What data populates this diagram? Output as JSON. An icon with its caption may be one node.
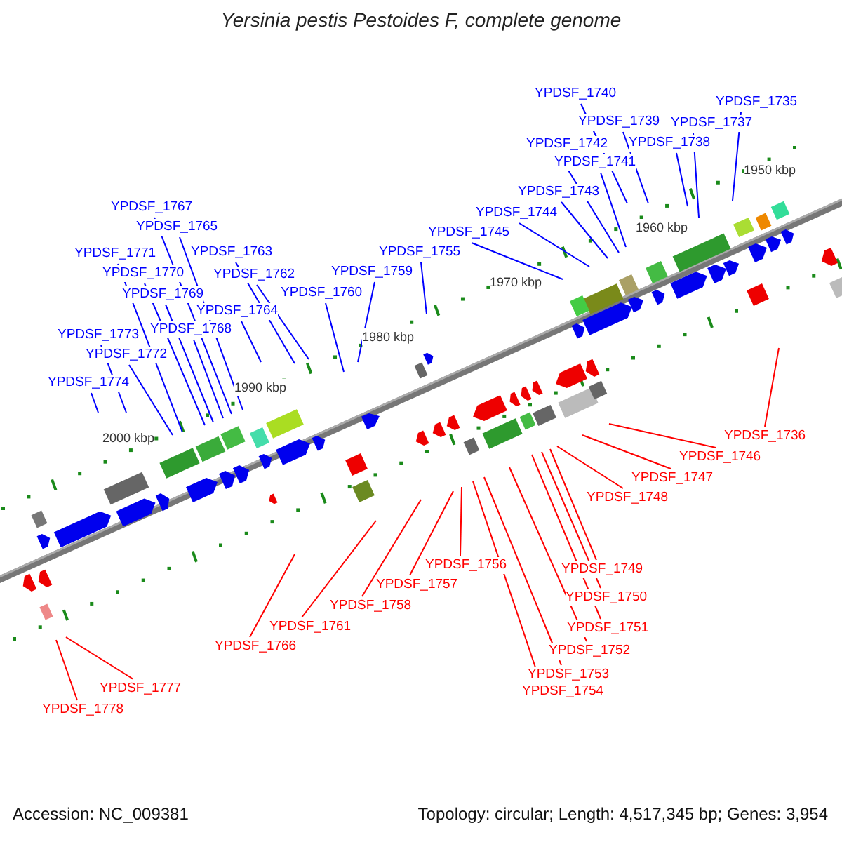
{
  "diagram": {
    "title": "Yersinia pestis Pestoides F, complete genome",
    "nodes": [
      {
        "text": [
          "YPDSF_1735"
        ]
      },
      {
        "text": [
          "YPDSF_1736"
        ]
      },
      {
        "text": [
          "YPDSF_1737"
        ]
      },
      {
        "text": [
          "YPDSF_1738"
        ]
      },
      {
        "text": [
          "YPDSF_1739"
        ]
      },
      {
        "text": [
          "YPDSF_1740"
        ]
      },
      {
        "text": [
          "YPDSF_1741"
        ]
      },
      {
        "text": [
          "YPDSF_1742"
        ]
      },
      {
        "text": [
          "YPDSF_1743"
        ]
      },
      {
        "text": [
          "YPDSF_1744"
        ]
      },
      {
        "text": [
          "YPDSF_1745"
        ]
      },
      {
        "text": [
          "YPDSF_1746"
        ]
      },
      {
        "text": [
          "YPDSF_1747"
        ]
      },
      {
        "text": [
          "YPDSF_1748"
        ]
      },
      {
        "text": [
          "YPDSF_1749"
        ]
      },
      {
        "text": [
          "YPDSF_1750"
        ]
      },
      {
        "text": [
          "YPDSF_1751"
        ]
      },
      {
        "text": [
          "YPDSF_1752"
        ]
      },
      {
        "text": [
          "YPDSF_1753"
        ]
      },
      {
        "text": [
          "YPDSF_1754"
        ]
      },
      {
        "text": [
          "YPDSF_1755"
        ]
      },
      {
        "text": [
          "YPDSF_1756"
        ]
      },
      {
        "text": [
          "YPDSF_1757"
        ]
      },
      {
        "text": [
          "YPDSF_1758"
        ]
      },
      {
        "text": [
          "YPDSF_1759"
        ]
      },
      {
        "text": [
          "YPDSF_1760"
        ]
      },
      {
        "text": [
          "YPDSF_1761"
        ]
      },
      {
        "text": [
          "YPDSF_1762"
        ]
      },
      {
        "text": [
          "YPDSF_1763"
        ]
      },
      {
        "text": [
          "YPDSF_1764"
        ]
      },
      {
        "text": [
          "YPDSF_1765"
        ]
      },
      {
        "text": [
          "YPDSF_1766"
        ]
      },
      {
        "text": [
          "YPDSF_1767"
        ]
      },
      {
        "text": [
          "YPDSF_1768"
        ]
      },
      {
        "text": [
          "YPDSF_1769"
        ]
      },
      {
        "text": [
          "YPDSF_1770"
        ]
      },
      {
        "text": [
          "YPDSF_1771"
        ]
      },
      {
        "text": [
          "YPDSF_1772"
        ]
      },
      {
        "text": [
          "YPDSF_1773"
        ]
      },
      {
        "text": [
          "YPDSF_1774"
        ]
      },
      {
        "text": [
          "YPDSF_1777"
        ]
      },
      {
        "text": [
          "YPDSF_1778"
        ]
      }
    ],
    "edges": [
      {
        "from": 0,
        "to": null,
        "arrow": "none"
      },
      {
        "from": 1,
        "to": null,
        "arrow": "none",
        "color": "#ff0000"
      },
      {
        "from": 2,
        "to": null,
        "arrow": "none"
      },
      {
        "from": 3,
        "to": null,
        "arrow": "none"
      },
      {
        "from": 4,
        "to": null,
        "arrow": "none"
      },
      {
        "from": 5,
        "to": null,
        "arrow": "none"
      },
      {
        "from": 6,
        "to": null,
        "arrow": "none"
      },
      {
        "from": 7,
        "to": null,
        "arrow": "none"
      },
      {
        "from": 8,
        "to": null,
        "arrow": "none"
      },
      {
        "from": 9,
        "to": null,
        "arrow": "none"
      },
      {
        "from": 10,
        "to": null,
        "arrow": "none"
      },
      {
        "from": 11,
        "to": null,
        "arrow": "none",
        "color": "#ff0000"
      },
      {
        "from": 12,
        "to": null,
        "arrow": "none",
        "color": "#ff0000"
      },
      {
        "from": 13,
        "to": null,
        "arrow": "none",
        "color": "#ff0000"
      },
      {
        "from": 14,
        "to": null,
        "arrow": "none",
        "color": "#ff0000"
      },
      {
        "from": 15,
        "to": null,
        "arrow": "none",
        "color": "#ff0000"
      },
      {
        "from": 16,
        "to": null,
        "arrow": "none",
        "color": "#ff0000"
      },
      {
        "from": 17,
        "to": null,
        "arrow": "none",
        "color": "#ff0000"
      },
      {
        "from": 18,
        "to": null,
        "arrow": "none",
        "color": "#ff0000"
      },
      {
        "from": 19,
        "to": null,
        "arrow": "none",
        "color": "#ff0000"
      },
      {
        "from": 20,
        "to": null,
        "arrow": "none"
      },
      {
        "from": 21,
        "to": null,
        "arrow": "none",
        "color": "#ff0000"
      },
      {
        "from": 22,
        "to": null,
        "arrow": "none",
        "color": "#ff0000"
      },
      {
        "from": 23,
        "to": null,
        "arrow": "none",
        "color": "#ff0000"
      },
      {
        "from": 24,
        "to": null,
        "arrow": "none"
      },
      {
        "from": 25,
        "to": null,
        "arrow": "none"
      },
      {
        "from": 26,
        "to": null,
        "arrow": "none",
        "color": "#ff0000"
      },
      {
        "from": 27,
        "to": null,
        "arrow": "none"
      },
      {
        "from": 28,
        "to": null,
        "arrow": "none"
      },
      {
        "from": 29,
        "to": null,
        "arrow": "none"
      },
      {
        "from": 30,
        "to": null,
        "arrow": "none"
      },
      {
        "from": 31,
        "to": null,
        "arrow": "none",
        "color": "#ff0000"
      },
      {
        "from": 32,
        "to": null,
        "arrow": "none"
      },
      {
        "from": 33,
        "to": null,
        "arrow": "none"
      },
      {
        "from": 34,
        "to": null,
        "arrow": "none"
      },
      {
        "from": 35,
        "to": null,
        "arrow": "none"
      },
      {
        "from": 36,
        "to": null,
        "arrow": "none"
      },
      {
        "from": 37,
        "to": null,
        "arrow": "none"
      },
      {
        "from": 38,
        "to": null,
        "arrow": "none"
      },
      {
        "from": 39,
        "to": null,
        "arrow": "none"
      },
      {
        "from": 40,
        "to": null,
        "arrow": "none",
        "color": "#ff0000"
      },
      {
        "from": 41,
        "to": null,
        "arrow": "none",
        "color": "#ff0000"
      }
    ],
    "labels": [
      "1950 kbp",
      "1960 kbp",
      "1970 kbp",
      "1980 kbp",
      "1990 kbp",
      "2000 kbp",
      "Accession: NC_009381",
      "Topology: circular; Length: 4,517,345 bp; Genes: 3,954"
    ]
  }
}
